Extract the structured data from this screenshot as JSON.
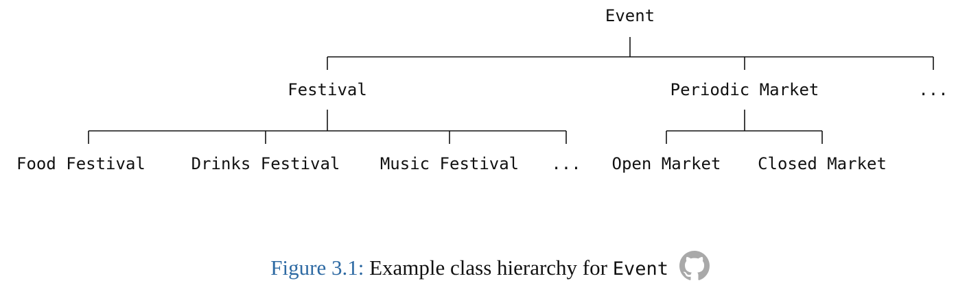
{
  "hierarchy": {
    "root": "Event",
    "level1": [
      "Festival",
      "Periodic Market",
      "..."
    ],
    "festival_children": [
      "Food Festival",
      "Drinks Festival",
      "Music Festival",
      "..."
    ],
    "market_children": [
      "Open Market",
      "Closed Market"
    ]
  },
  "caption": {
    "label": "Figure 3.1:",
    "text": "Example class hierarchy for",
    "code": "Event",
    "icon": "github-icon"
  },
  "colors": {
    "caption_label": "#2e6aa3",
    "icon_gray": "#a9a9a9"
  }
}
